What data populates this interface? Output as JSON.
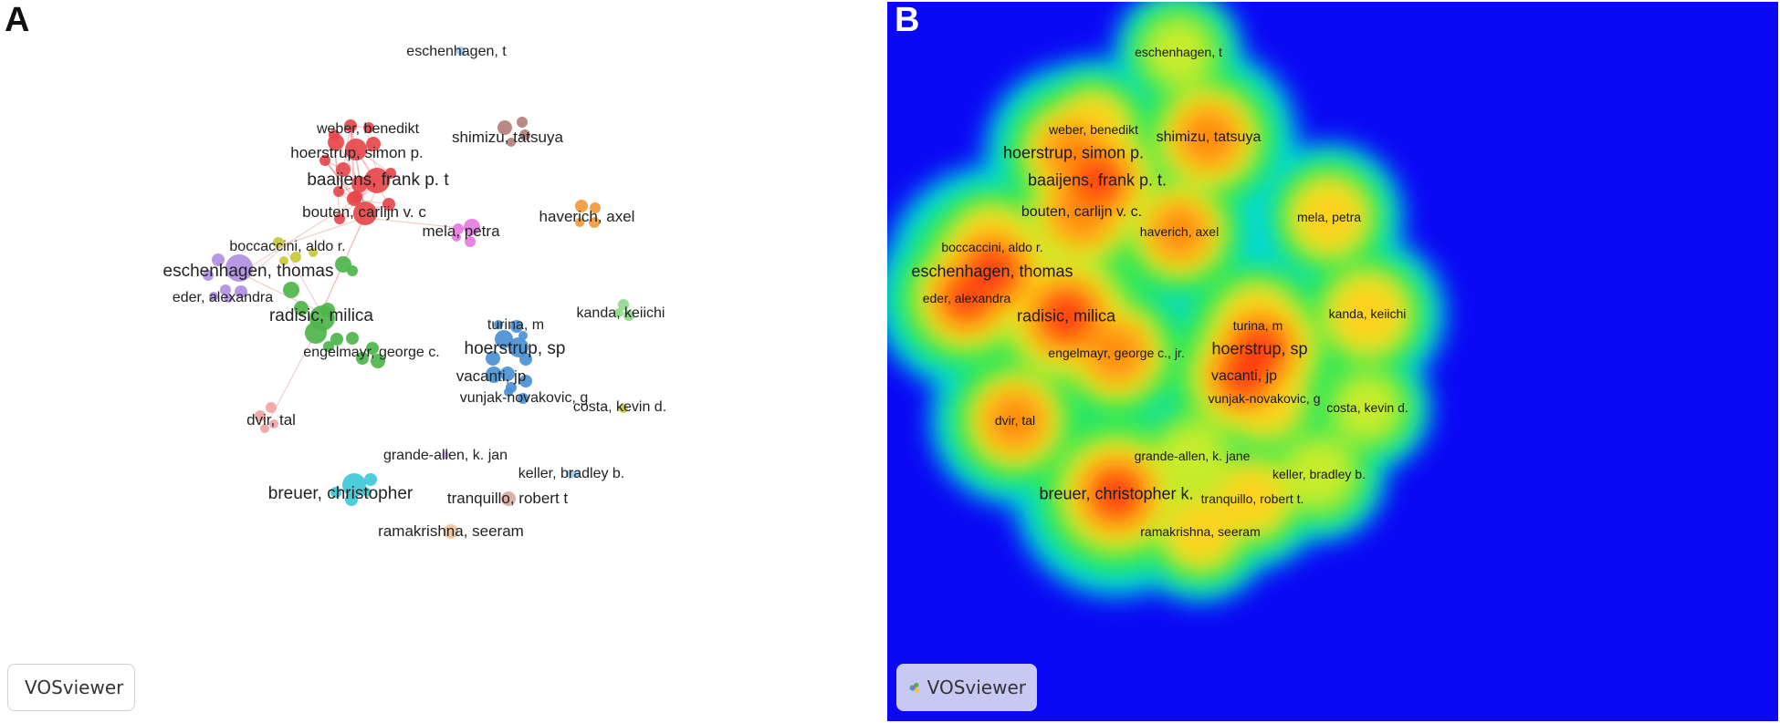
{
  "panels": {
    "a": {
      "letter": "A",
      "badge": "VOSviewer"
    },
    "b": {
      "letter": "B",
      "badge": "VOSviewer"
    }
  },
  "colors": {
    "red": "#e8474c",
    "salmon": "#f4a3a3",
    "brown": "#b57f78",
    "orange": "#f09a3c",
    "pink": "#e67ae0",
    "olive": "#c9c83a",
    "purple": "#b28fe3",
    "green": "#4db54a",
    "lightgreen": "#8fd88a",
    "blue": "#4a90d4",
    "cyan": "#3ec9d9",
    "lightblue": "#9ccbf0",
    "peach": "#f0c39a",
    "lavender": "#d0b8f0",
    "tan": "#d9aaa0",
    "density_background": "#0a08f5"
  },
  "network": {
    "clusters": [
      {
        "label": "eschenhagen, t",
        "color": "lightblue",
        "size": "small"
      },
      {
        "label": "weber, benedikt",
        "color": "red",
        "size": "small"
      },
      {
        "label": "hoerstrup, simon p.",
        "color": "red",
        "size": "medium"
      },
      {
        "label": "shimizu, tatsuya",
        "color": "brown",
        "size": "medium"
      },
      {
        "label": "baaijens, frank p. t",
        "color": "red",
        "size": "large"
      },
      {
        "label": "bouten, carlijn v. c",
        "color": "red",
        "size": "medium"
      },
      {
        "label": "haverich, axel",
        "color": "orange",
        "size": "medium"
      },
      {
        "label": "mela, petra",
        "color": "pink",
        "size": "medium"
      },
      {
        "label": "boccaccini, aldo r.",
        "color": "olive",
        "size": "small"
      },
      {
        "label": "eschenhagen, thomas",
        "color": "purple",
        "size": "large"
      },
      {
        "label": "eder, alexandra",
        "color": "purple",
        "size": "small"
      },
      {
        "label": "radisic, milica",
        "color": "green",
        "size": "large"
      },
      {
        "label": "kanda, keiichi",
        "color": "lightgreen",
        "size": "small"
      },
      {
        "label": "turina, m",
        "color": "blue",
        "size": "small"
      },
      {
        "label": "hoerstrup, sp",
        "color": "blue",
        "size": "large"
      },
      {
        "label": "engelmayr, george c.",
        "color": "green",
        "size": "small"
      },
      {
        "label": "vacanti, jp",
        "color": "blue",
        "size": "medium"
      },
      {
        "label": "vunjak-novakovic, g",
        "color": "blue",
        "size": "small"
      },
      {
        "label": "costa, kevin d.",
        "color": "olive",
        "size": "small"
      },
      {
        "label": "dvir, tal",
        "color": "salmon",
        "size": "medium"
      },
      {
        "label": "grande-allen, k. jan",
        "color": "lavender",
        "size": "small"
      },
      {
        "label": "keller, bradley b.",
        "color": "lightblue",
        "size": "small"
      },
      {
        "label": "breuer, christopher",
        "color": "cyan",
        "size": "large"
      },
      {
        "label": "tranquillo, robert t",
        "color": "tan",
        "size": "medium"
      },
      {
        "label": "ramakrishna, seeram",
        "color": "peach",
        "size": "medium"
      }
    ],
    "links": [
      [
        "bouten, carlijn v. c",
        "boccaccini, aldo r."
      ],
      [
        "baaijens, frank p. t",
        "eschenhagen, thomas"
      ],
      [
        "bouten, carlijn v. c",
        "radisic, milica"
      ],
      [
        "baaijens, frank p. t",
        "radisic, milica"
      ],
      [
        "eschenhagen, thomas",
        "radisic, milica"
      ],
      [
        "boccaccini, aldo r.",
        "radisic, milica"
      ],
      [
        "radisic, milica",
        "dvir, tal"
      ],
      [
        "bouten, carlijn v. c",
        "mela, petra"
      ],
      [
        "eschenhagen, thomas",
        "boccaccini, aldo r."
      ],
      [
        "hoerstrup, simon p.",
        "bouten, carlijn v. c"
      ],
      [
        "weber, benedikt",
        "baaijens, frank p. t"
      ]
    ]
  },
  "density": {
    "items": [
      {
        "label": "eschenhagen, t",
        "weight": 0.4,
        "size": "small"
      },
      {
        "label": "weber, benedikt",
        "weight": 0.5,
        "size": "small"
      },
      {
        "label": "hoerstrup, simon p.",
        "weight": 0.75,
        "size": "large"
      },
      {
        "label": "shimizu, tatsuya",
        "weight": 0.75,
        "size": "medium"
      },
      {
        "label": "baaijens, frank p. t.",
        "weight": 0.9,
        "size": "large"
      },
      {
        "label": "bouten, carlijn v. c.",
        "weight": 0.75,
        "size": "medium"
      },
      {
        "label": "mela, petra",
        "weight": 0.55,
        "size": "small"
      },
      {
        "label": "haverich, axel",
        "weight": 0.65,
        "size": "small"
      },
      {
        "label": "boccaccini, aldo r.",
        "weight": 0.6,
        "size": "small"
      },
      {
        "label": "eschenhagen, thomas",
        "weight": 1.0,
        "size": "large"
      },
      {
        "label": "eder, alexandra",
        "weight": 0.8,
        "size": "small"
      },
      {
        "label": "radisic, milica",
        "weight": 1.0,
        "size": "large"
      },
      {
        "label": "kanda, keiichi",
        "weight": 0.6,
        "size": "small"
      },
      {
        "label": "turina, m",
        "weight": 0.6,
        "size": "small"
      },
      {
        "label": "hoerstrup, sp",
        "weight": 0.95,
        "size": "large"
      },
      {
        "label": "engelmayr, george c., jr.",
        "weight": 0.7,
        "size": "small"
      },
      {
        "label": "vacanti, jp",
        "weight": 0.85,
        "size": "medium"
      },
      {
        "label": "vunjak-novakovic, g",
        "weight": 0.55,
        "size": "small"
      },
      {
        "label": "costa, kevin d.",
        "weight": 0.4,
        "size": "small"
      },
      {
        "label": "dvir, tal",
        "weight": 0.7,
        "size": "small"
      },
      {
        "label": "grande-allen, k. jane",
        "weight": 0.4,
        "size": "small"
      },
      {
        "label": "keller, bradley b.",
        "weight": 0.45,
        "size": "small"
      },
      {
        "label": "breuer, christopher k.",
        "weight": 0.95,
        "size": "large"
      },
      {
        "label": "tranquillo, robert t.",
        "weight": 0.5,
        "size": "small"
      },
      {
        "label": "ramakrishna, seeram",
        "weight": 0.5,
        "size": "small"
      }
    ]
  }
}
